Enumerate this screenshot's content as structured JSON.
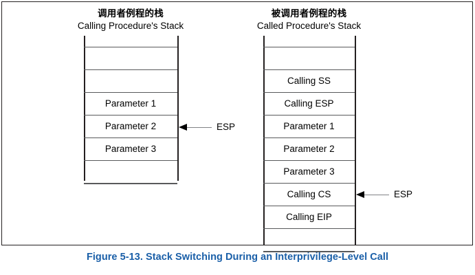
{
  "figure": {
    "caption": "Figure 5-13.  Stack Switching During an Interprivilege-Level Call",
    "caption_color": "#1a5fa8",
    "frame_color": "#231f20",
    "row_line_color": "#58595b",
    "arrow_shaft_color": "#808285",
    "arrow_head_color": "#000000"
  },
  "left_stack": {
    "title_cn": "调用者例程的栈",
    "title_en": "Calling Procedure's Stack",
    "rows": [
      {
        "label": ""
      },
      {
        "label": ""
      },
      {
        "label": "Parameter 1"
      },
      {
        "label": "Parameter 2"
      },
      {
        "label": "Parameter 3"
      },
      {
        "label": ""
      },
      {
        "label": ""
      }
    ],
    "pointer": {
      "label": "ESP",
      "row_index": 4
    }
  },
  "right_stack": {
    "title_cn": "被调用者例程的栈",
    "title_en": "Called Procedure's Stack",
    "rows": [
      {
        "label": ""
      },
      {
        "label": "Calling SS"
      },
      {
        "label": "Calling ESP"
      },
      {
        "label": "Parameter 1"
      },
      {
        "label": "Parameter 2"
      },
      {
        "label": "Parameter 3"
      },
      {
        "label": "Calling CS"
      },
      {
        "label": "Calling EIP"
      },
      {
        "label": ""
      },
      {
        "label": ""
      }
    ],
    "pointer": {
      "label": "ESP",
      "row_index": 7
    }
  }
}
